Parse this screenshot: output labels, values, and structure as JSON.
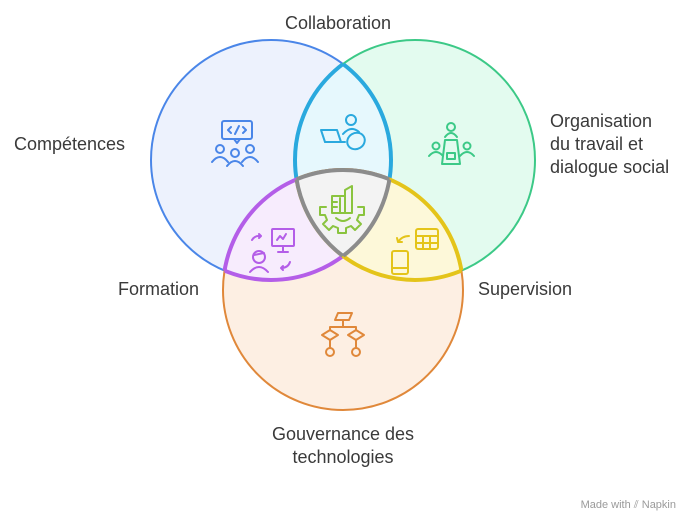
{
  "sets": [
    {
      "label": "Compétences",
      "color": "#4a86e8",
      "fill": "#edf2fd",
      "icon": "developer-team-icon"
    },
    {
      "label": "Collaboration",
      "color": "#2aa9de",
      "fill": "#e6f8fd",
      "icon": "remote-collaboration-icon"
    },
    {
      "label": "Organisation du travail et dialogue social",
      "color": "#3cc987",
      "fill": "#e3fbef",
      "icon": "meeting-table-icon"
    },
    {
      "label": "Formation",
      "color": "#b45ee8",
      "fill": "#f7ecfd",
      "icon": "training-presentation-icon"
    },
    {
      "label": "Supervision",
      "color": "#e4c41a",
      "fill": "#fdf8d9",
      "icon": "device-dashboard-icon"
    },
    {
      "label": "Gouvernance des technologies",
      "color": "#e0883a",
      "fill": "#fdefe3",
      "icon": "flowchart-icon"
    },
    {
      "label": "",
      "color": "#8c8c8c",
      "fill": "#f3f3f3",
      "icon": "digital-gear-icon"
    }
  ],
  "labels": {
    "collaboration": "Collaboration",
    "competences": "Compétences",
    "organisation_1": "Organisation",
    "organisation_2": "du travail et",
    "organisation_3": "dialogue social",
    "formation": "Formation",
    "supervision": "Supervision",
    "gouvernance_1": "Gouvernance des",
    "gouvernance_2": "technologies"
  },
  "watermark": "Made with ⫽ Napkin"
}
